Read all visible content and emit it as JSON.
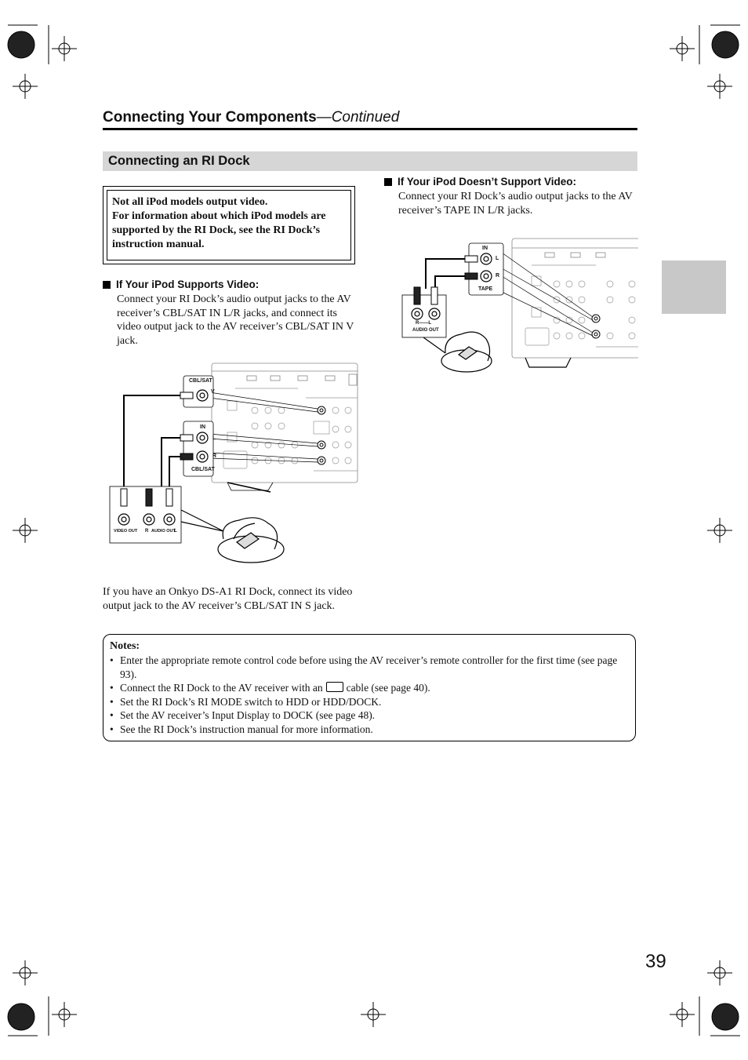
{
  "header": {
    "title": "Connecting Your Components",
    "title_suffix": "—Continued"
  },
  "section": {
    "title": "Connecting an RI Dock"
  },
  "warning_box": {
    "line1": "Not all iPod models output video.",
    "line2": "For information about which iPod models are supported by the RI Dock, see the RI Dock’s instruction manual."
  },
  "video_support": {
    "heading": "If Your iPod Supports Video:",
    "body": "Connect your RI Dock’s audio output jacks to the AV receiver’s CBL/SAT IN L/R jacks, and connect its video output jack to the AV receiver’s CBL/SAT IN V jack."
  },
  "no_video_support": {
    "heading": "If Your iPod Doesn’t Support Video:",
    "body": "Connect your RI Dock’s audio output jacks to the AV receiver’s TAPE IN L/R jacks."
  },
  "diagram_left": {
    "cbl_sat_top": "CBL/SAT",
    "v": "V",
    "in": "IN",
    "l": "L",
    "r": "R",
    "cbl_sat_bottom": "CBL/SAT",
    "video_out": "VIDEO OUT",
    "audio_out": "AUDIO OUT",
    "r_label": "R",
    "l_label": "L"
  },
  "diagram_right": {
    "in": "IN",
    "l": "L",
    "r": "R",
    "tape": "TAPE",
    "rl": "R——L",
    "audio_out": "AUDIO OUT"
  },
  "ds_a1_note": "If you have an Onkyo DS-A1 RI Dock, connect its video output jack to the AV receiver’s CBL/SAT IN S jack.",
  "notes": {
    "title": "Notes:",
    "items": [
      "Enter the appropriate remote control code before using the AV receiver’s remote controller for the first time (see page 93).",
      "Connect the RI Dock to the AV receiver with an",
      "cable (see page 40).",
      "Set the RI Dock’s RI MODE switch to HDD or HDD/DOCK.",
      "Set the AV receiver’s Input Display to DOCK (see page 48).",
      "See the RI Dock’s instruction manual for more information."
    ]
  },
  "page_number": "39"
}
